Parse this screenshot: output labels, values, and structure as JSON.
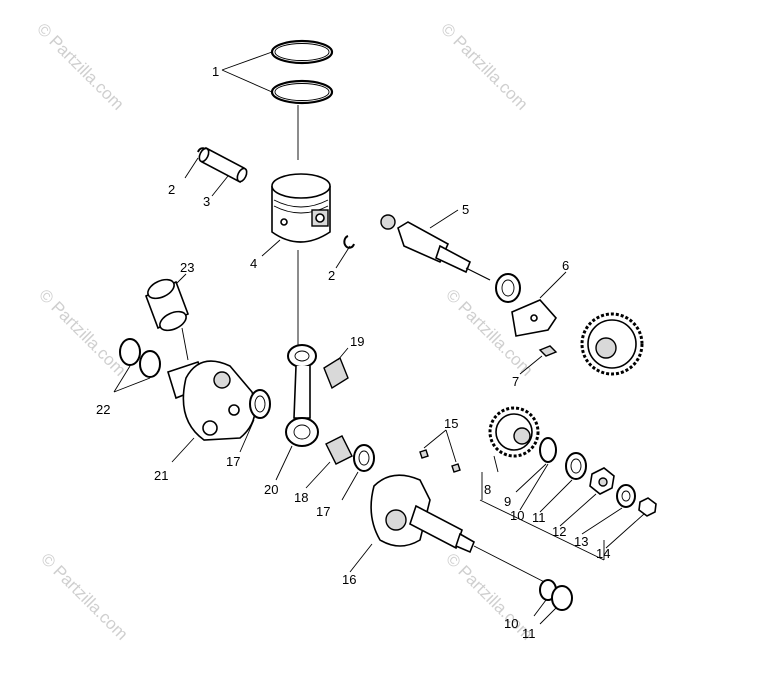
{
  "watermark": {
    "text": "© Partzilla.com"
  },
  "callouts": [
    {
      "id": "1",
      "text": "1"
    },
    {
      "id": "2a",
      "text": "2"
    },
    {
      "id": "3",
      "text": "3"
    },
    {
      "id": "4",
      "text": "4"
    },
    {
      "id": "2b",
      "text": "2"
    },
    {
      "id": "5",
      "text": "5"
    },
    {
      "id": "6",
      "text": "6"
    },
    {
      "id": "7",
      "text": "7"
    },
    {
      "id": "23",
      "text": "23"
    },
    {
      "id": "19",
      "text": "19"
    },
    {
      "id": "22",
      "text": "22"
    },
    {
      "id": "21",
      "text": "21"
    },
    {
      "id": "17a",
      "text": "17"
    },
    {
      "id": "20",
      "text": "20"
    },
    {
      "id": "18",
      "text": "18"
    },
    {
      "id": "17b",
      "text": "17"
    },
    {
      "id": "15",
      "text": "15"
    },
    {
      "id": "8",
      "text": "8"
    },
    {
      "id": "9",
      "text": "9"
    },
    {
      "id": "10a",
      "text": "10"
    },
    {
      "id": "11a",
      "text": "11"
    },
    {
      "id": "12",
      "text": "12"
    },
    {
      "id": "13",
      "text": "13"
    },
    {
      "id": "14",
      "text": "14"
    },
    {
      "id": "16",
      "text": "16"
    },
    {
      "id": "10b",
      "text": "10"
    },
    {
      "id": "11b",
      "text": "11"
    }
  ],
  "colors": {
    "line": "#000000",
    "watermark": "#cfcfcf",
    "background": "#ffffff"
  }
}
